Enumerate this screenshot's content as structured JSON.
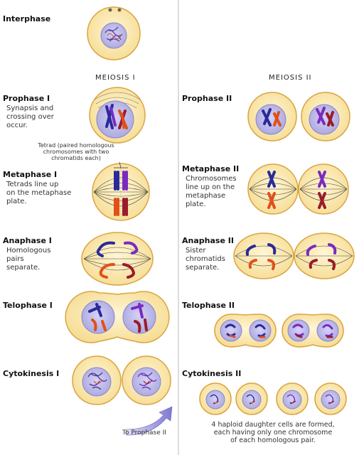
{
  "interphase": {
    "title": "Interphase"
  },
  "meiosis1": {
    "heading": "MEIOSIS I",
    "stages": [
      {
        "title": "Prophase I",
        "desc": [
          "Synapsis and",
          "crossing over",
          "occur."
        ]
      },
      {
        "title": "Metaphase I",
        "desc": [
          "Tetrads line up",
          "on the metaphase",
          "plate."
        ]
      },
      {
        "title": "Anaphase I",
        "desc": [
          "Homologous",
          "pairs",
          "separate."
        ]
      },
      {
        "title": "Telophase I",
        "desc": []
      },
      {
        "title": "Cytokinesis I",
        "desc": []
      }
    ],
    "tetrad_note": [
      "Tetrad (paired homologous",
      "chromosomes with two",
      "chromatids each)"
    ],
    "to_prophase": "To Prophase II"
  },
  "meiosis2": {
    "heading": "MEIOSIS II",
    "stages": [
      {
        "title": "Prophase II",
        "desc": []
      },
      {
        "title": "Metaphase II",
        "desc": [
          "Chromosomes",
          "line up on the",
          "metaphase",
          "plate."
        ]
      },
      {
        "title": "Anaphase II",
        "desc": [
          "Sister",
          "chromatids",
          "separate."
        ]
      },
      {
        "title": "Telophase II",
        "desc": []
      },
      {
        "title": "Cytokinesis II",
        "desc": []
      }
    ],
    "footnote": [
      "4 haploid daughter cells are formed,",
      "each having only one chromosome",
      "of each homologous pair."
    ]
  },
  "colors": {
    "cell_fill": "#fbe9b0",
    "cell_stroke": "#d9a441",
    "nucleus_fill": "#b9b7e8",
    "chrom_blue": "#2a2a9a",
    "chrom_purple": "#7a2bbf",
    "chrom_red": "#e0501a",
    "chrom_dark": "#9a1c2a",
    "arrow": "#8a86d8",
    "divider": "#cfcfcf"
  }
}
